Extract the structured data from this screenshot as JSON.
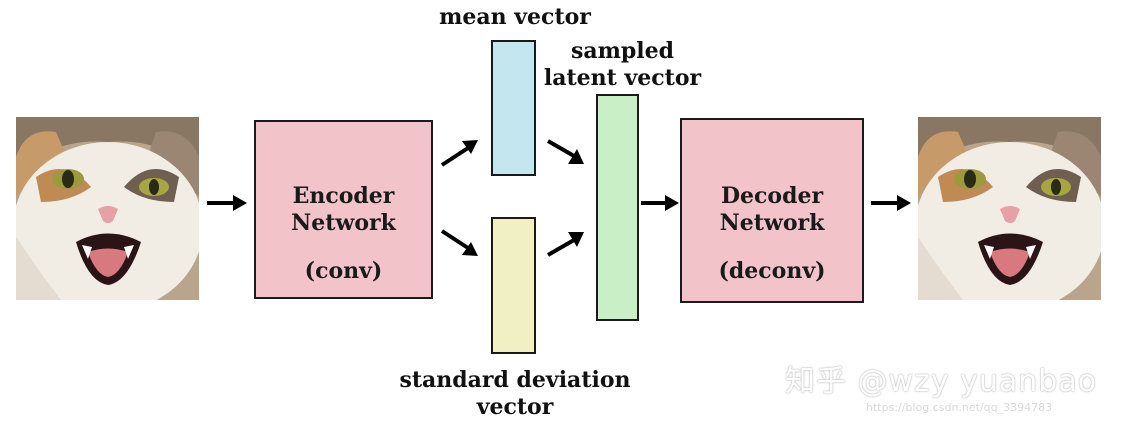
{
  "labels": {
    "mean_vector": "mean vector",
    "sampled_line1": "sampled",
    "sampled_line2": "latent vector",
    "std_line1": "standard deviation",
    "std_line2": "vector"
  },
  "encoder": {
    "line1": "Encoder",
    "line2": "Network",
    "line3": "(conv)"
  },
  "decoder": {
    "line1": "Decoder",
    "line2": "Network",
    "line3": "(deconv)"
  },
  "watermark": {
    "text": "知乎 @wzy yuanbao",
    "url": "https://blog.csdn.net/qq_3394783"
  },
  "colors": {
    "network_fill": "#f2c4ca",
    "mean_fill": "#c3e6ef",
    "std_fill": "#f1efc4",
    "latent_fill": "#c8efc6"
  }
}
